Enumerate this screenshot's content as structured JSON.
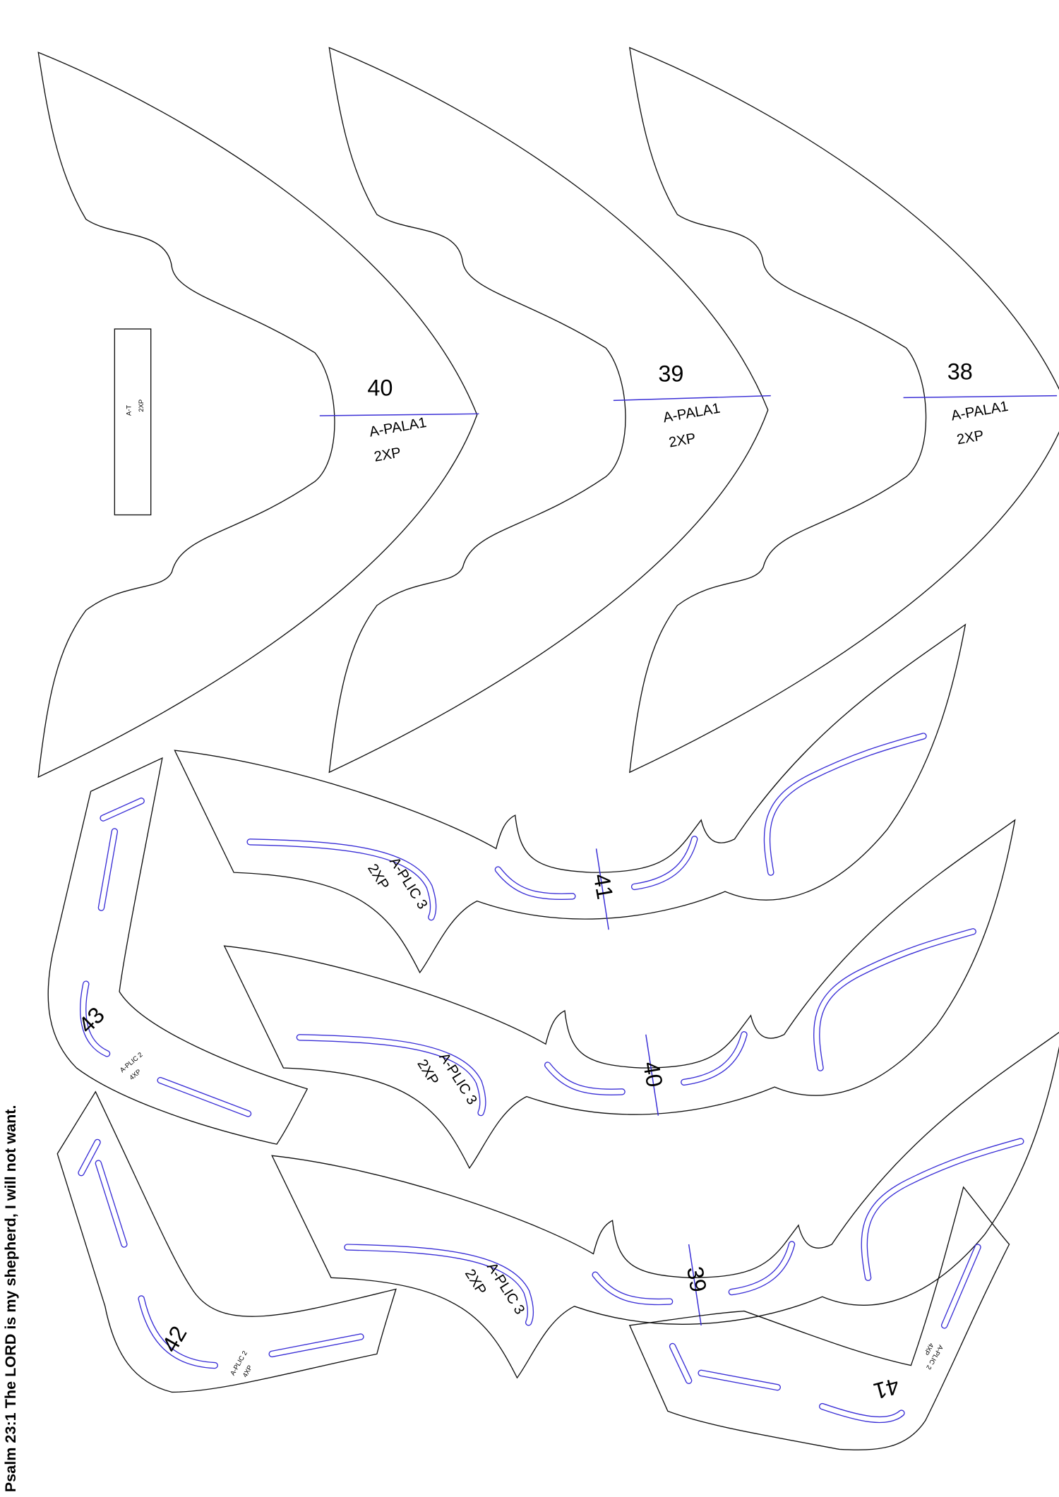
{
  "footer": {
    "psalm": "Psalm 23:1 The LORD is my shepherd, I will not want."
  },
  "colors": {
    "outline": "#111111",
    "marking": "#3a2fd6"
  },
  "pieces": {
    "pala40": {
      "number": "40",
      "name": "A-PALA1",
      "qty": "2XP"
    },
    "pala39": {
      "number": "39",
      "name": "A-PALA1",
      "qty": "2XP"
    },
    "pala38": {
      "number": "38",
      "name": "A-PALA1",
      "qty": "2XP"
    },
    "strip": {
      "name": "A-T",
      "qty": "2XP"
    },
    "plic3_41": {
      "number": "41",
      "name": "A-PLIC 3",
      "qty": "2XP"
    },
    "plic3_40": {
      "number": "40",
      "name": "A-PLIC 3",
      "qty": "2XP"
    },
    "plic3_39": {
      "number": "39",
      "name": "A-PLIC 3",
      "qty": "2XP"
    },
    "plic2_43": {
      "number": "43",
      "name": "A-PLIC 2",
      "qty": "4XP"
    },
    "plic2_42": {
      "number": "42",
      "name": "A-PLIC 2",
      "qty": "4XP"
    },
    "plic2_41": {
      "number": "41",
      "name": "A-PLIC 2",
      "qty": "4XP"
    }
  }
}
